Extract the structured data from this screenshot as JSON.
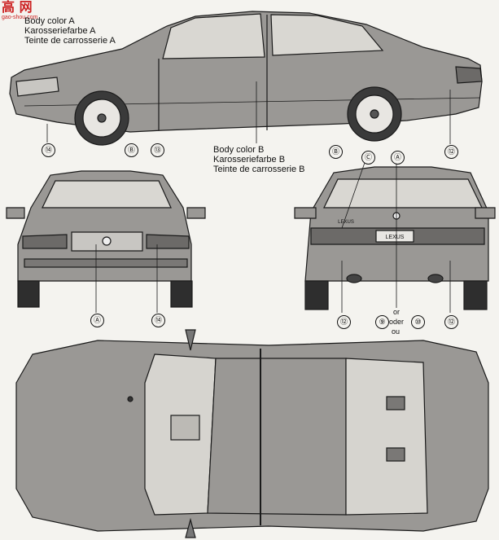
{
  "watermark": {
    "main": "高 网",
    "sub": "gao-shou.com"
  },
  "labels": {
    "body_a": [
      "Body color A",
      "Karosseriefarbe A",
      "Teinte de carrosserie A"
    ],
    "body_b": [
      "Body color B",
      "Karosseriefarbe B",
      "Teinte de carrosserie B"
    ],
    "or": [
      "or",
      "oder",
      "ou"
    ]
  },
  "callouts": {
    "side": [
      "⑭",
      "Ⓑ",
      "⑬",
      "Ⓑ",
      "⑫"
    ],
    "front": [
      "Ⓐ",
      "⑭"
    ],
    "rear": [
      "Ⓒ",
      "Ⓐ",
      "⑫",
      "⑨",
      "⑩",
      "⑫"
    ]
  },
  "emblem": "LEXUS",
  "colors": {
    "body": "#9a9895",
    "body_dark": "#6c6a68",
    "line": "#1a1a1a",
    "paper": "#f4f3ef"
  }
}
